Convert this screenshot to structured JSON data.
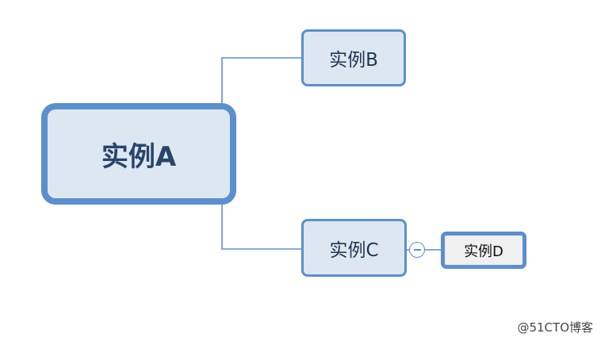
{
  "diagram": {
    "root": {
      "label": "实例A"
    },
    "children": [
      {
        "label": "实例B"
      },
      {
        "label": "实例C",
        "children": [
          {
            "label": "实例D"
          }
        ]
      }
    ]
  },
  "collapse_icon": "minus-circle-icon",
  "watermark": "@51CTO博客",
  "colors": {
    "border": "#5b8fcf",
    "node_fill": "#dde7f2",
    "leaf_fill": "#f0f0f0",
    "connector": "#5b8fcf",
    "root_text": "#28456b"
  }
}
